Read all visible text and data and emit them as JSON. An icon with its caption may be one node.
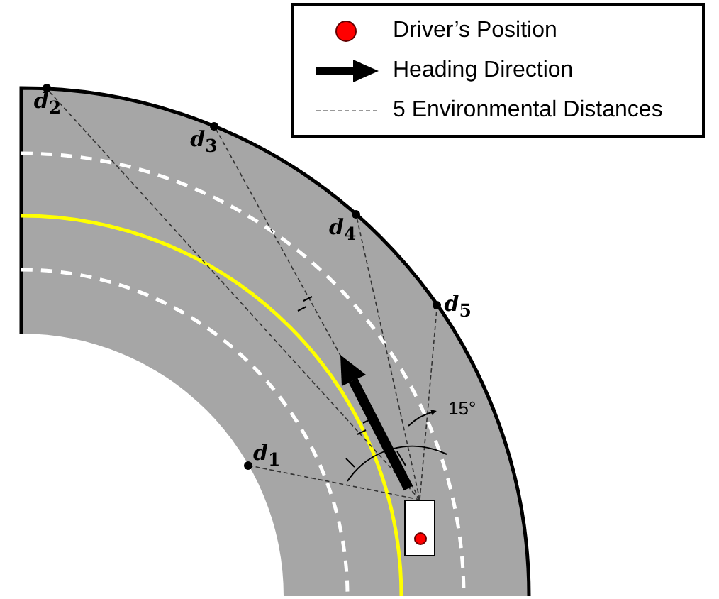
{
  "diagram": {
    "nodes": [
      {
        "text": [],
        "shape": "box"
      },
      {
        "text": [
          "*d*$_{1}$"
        ]
      },
      {
        "text": [
          "*d*$_{2}$"
        ]
      },
      {
        "text": [
          "*d*$_{3}$"
        ]
      },
      {
        "text": [
          "*d*$_{4}$"
        ]
      },
      {
        "text": [
          "*d*$_{5}$"
        ]
      }
    ],
    "edges": [
      {
        "from": 0,
        "to": 1,
        "arrow": "none",
        "style": "dashed"
      },
      {
        "from": 0,
        "to": 2,
        "arrow": "none",
        "style": "dashed"
      },
      {
        "from": 0,
        "to": 3,
        "arrow": "none",
        "style": "dashed"
      },
      {
        "from": 0,
        "to": 4,
        "arrow": "none",
        "style": "dashed"
      },
      {
        "from": 0,
        "to": 5,
        "arrow": "none",
        "style": "dashed"
      }
    ],
    "labels": [
      "15°"
    ],
    "legend": [
      {
        "text": "Driver’s Position"
      },
      {
        "text": "Heading Direction"
      },
      {
        "text": "5 Environmental Distances"
      }
    ]
  }
}
